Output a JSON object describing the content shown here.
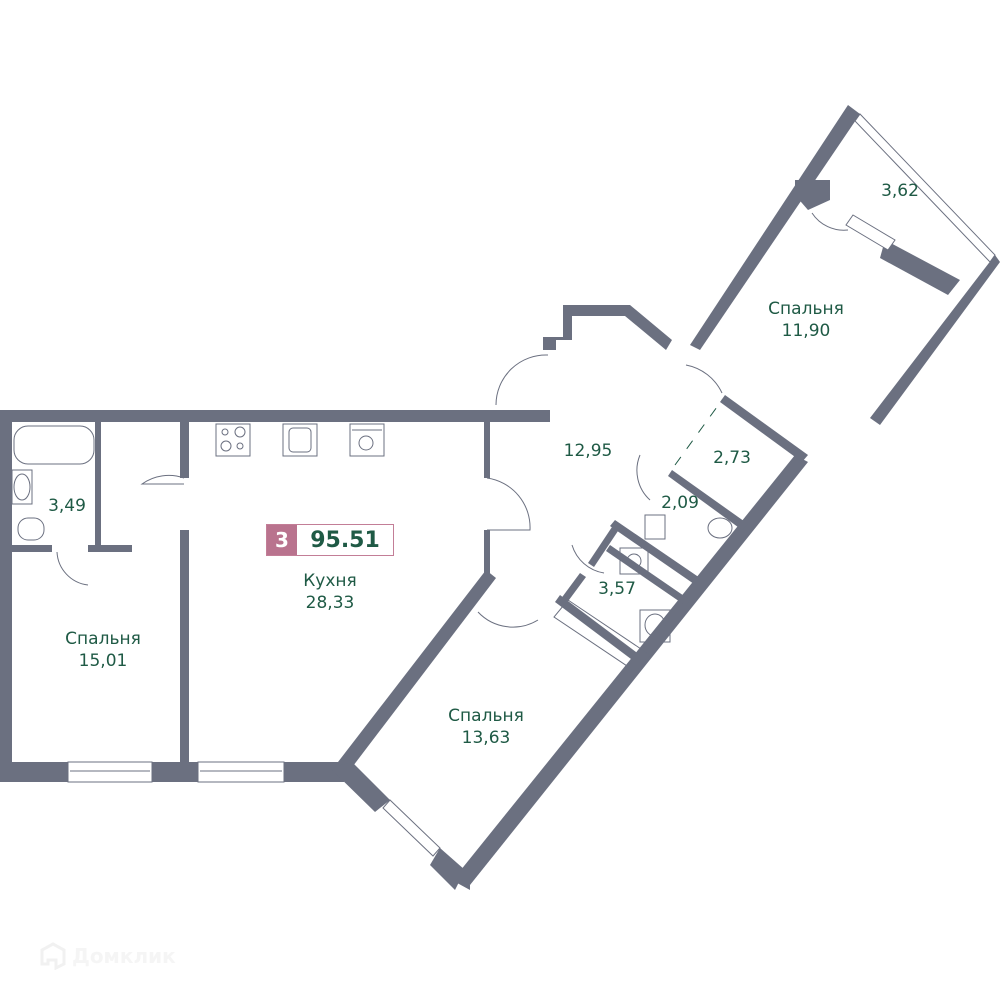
{
  "colors": {
    "wall": "#6b7080",
    "label": "#1f5a45",
    "badge_rooms_bg": "#b9738e",
    "badge_border": "#c37e97"
  },
  "badge": {
    "rooms": "3",
    "total_area": "95.51"
  },
  "rooms": [
    {
      "id": "kitchen",
      "name": "Кухня",
      "area": "28,33"
    },
    {
      "id": "bedroom-left",
      "name": "Спальня",
      "area": "15,01"
    },
    {
      "id": "bedroom-bottom",
      "name": "Спальня",
      "area": "13,63"
    },
    {
      "id": "bedroom-top",
      "name": "Спальня",
      "area": "11,90"
    },
    {
      "id": "hall",
      "name": "",
      "area": "12,95"
    },
    {
      "id": "bathroom-left",
      "name": "",
      "area": "3,49"
    },
    {
      "id": "balcony",
      "name": "",
      "area": "3,62"
    },
    {
      "id": "wardrobe",
      "name": "",
      "area": "2,73"
    },
    {
      "id": "wc",
      "name": "",
      "area": "2,09"
    },
    {
      "id": "bathroom-right",
      "name": "",
      "area": "3,57"
    }
  ],
  "watermark": {
    "text": "Домклик",
    "icon": "domclick-house-icon"
  }
}
